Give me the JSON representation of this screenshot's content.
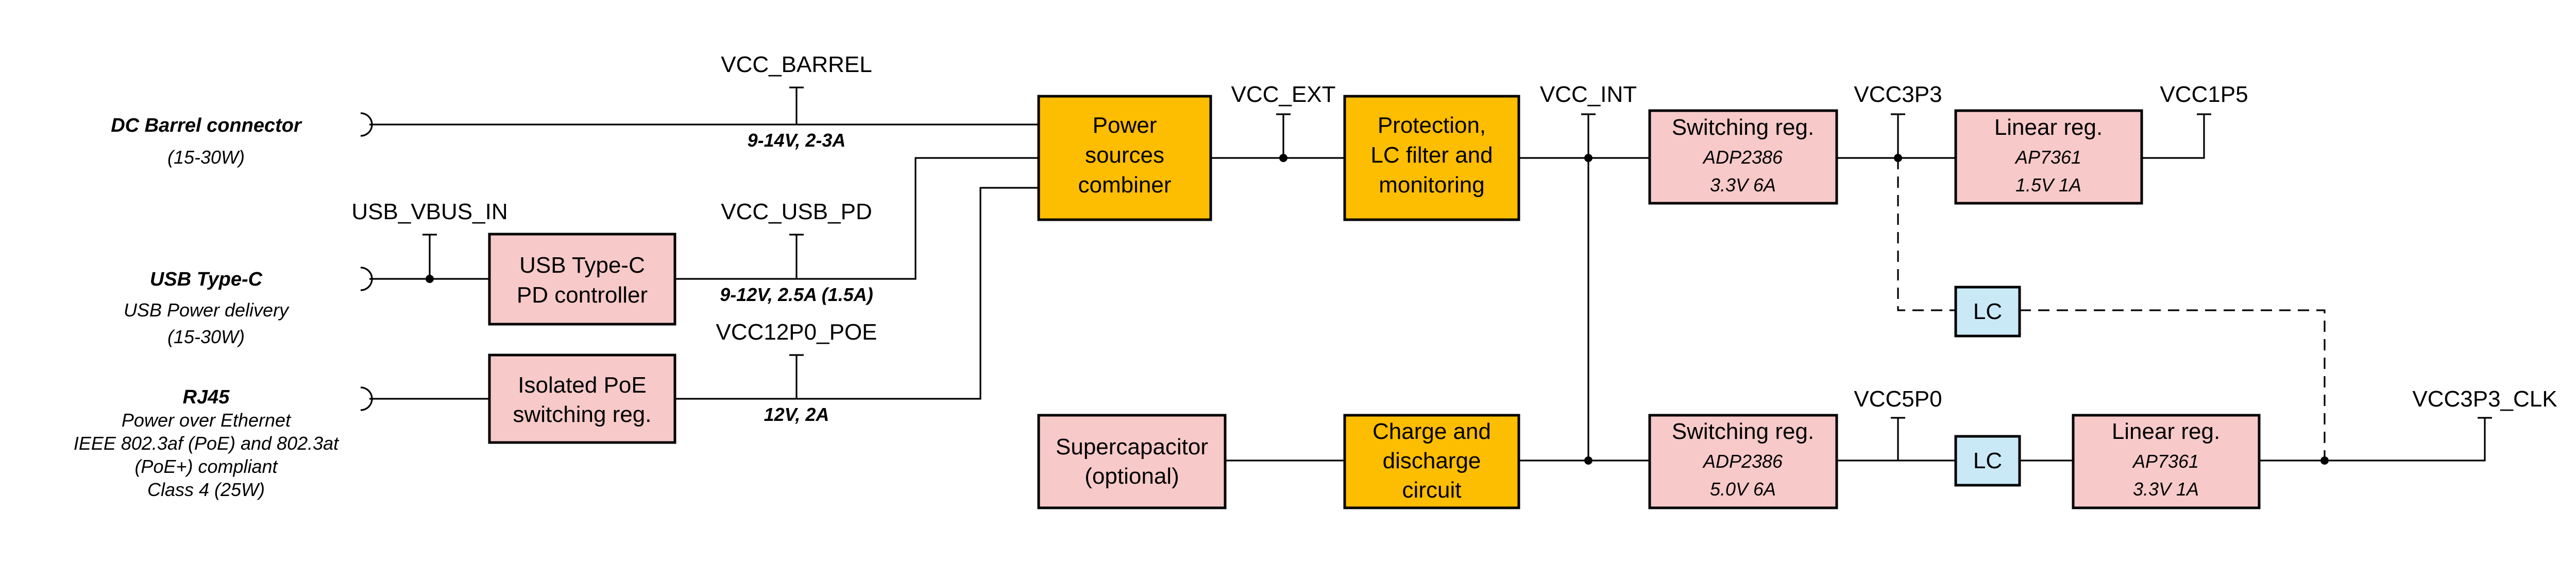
{
  "colors": {
    "orange": "#fdbd00",
    "pink": "#f7c9c9",
    "lightblue": "#c9e9f7",
    "line": "#000000",
    "background": "#ffffff"
  },
  "sources": {
    "barrel": {
      "title": "DC Barrel connector",
      "detail": "(15-30W)"
    },
    "usbc": {
      "title": "USB Type-C",
      "detail1": "USB Power delivery",
      "detail2": "(15-30W)"
    },
    "rj45": {
      "title": "RJ45",
      "detail1": "Power over Ethernet",
      "detail2": "IEEE 802.3af (PoE) and 802.3at",
      "detail3": "(PoE+) compliant",
      "detail4": "Class 4 (25W)"
    }
  },
  "nets": {
    "vcc_barrel": "VCC_BARREL",
    "usb_vbus_in": "USB_VBUS_IN",
    "vcc_usb_pd": "VCC_USB_PD",
    "vcc12p0_poe": "VCC12P0_POE",
    "vcc_ext": "VCC_EXT",
    "vcc_int": "VCC_INT",
    "vcc3p3": "VCC3P3",
    "vcc1p5": "VCC1P5",
    "vcc5p0": "VCC5P0",
    "vcc3p3_clk": "VCC3P3_CLK"
  },
  "specs": {
    "barrel": "9-14V, 2-3A",
    "usb_pd": "9-12V, 2.5A (1.5A)",
    "poe": "12V, 2A"
  },
  "blocks": {
    "usb_pd_controller": {
      "line1": "USB Type-C",
      "line2": "PD controller"
    },
    "poe_reg": {
      "line1": "Isolated PoE",
      "line2": "switching reg."
    },
    "combiner": {
      "line1": "Power",
      "line2": "sources",
      "line3": "combiner"
    },
    "protection": {
      "line1": "Protection,",
      "line2": "LC filter and",
      "line3": "monitoring"
    },
    "sw_3v3": {
      "title": "Switching reg.",
      "part": "ADP2386",
      "rating": "3.3V 6A"
    },
    "lin_1v5": {
      "title": "Linear reg.",
      "part": "AP7361",
      "rating": "1.5V 1A"
    },
    "lc_top": {
      "label": "LC"
    },
    "supercap": {
      "line1": "Supercapacitor",
      "line2": "(optional)"
    },
    "charge": {
      "line1": "Charge and",
      "line2": "discharge",
      "line3": "circuit"
    },
    "sw_5v0": {
      "title": "Switching reg.",
      "part": "ADP2386",
      "rating": "5.0V 6A"
    },
    "lc_bottom": {
      "label": "LC"
    },
    "lin_3v3": {
      "title": "Linear reg.",
      "part": "AP7361",
      "rating": "3.3V 1A"
    }
  }
}
